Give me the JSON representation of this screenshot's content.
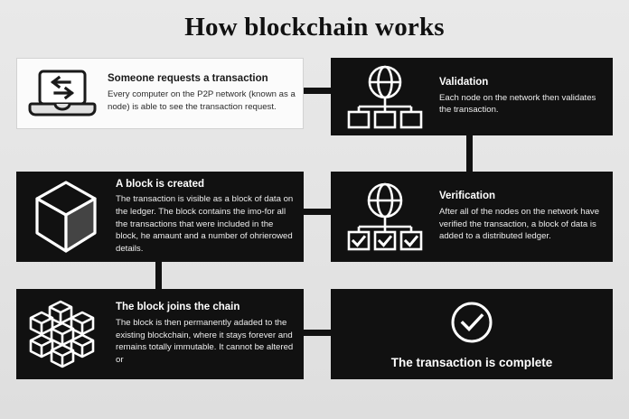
{
  "page": {
    "title": "How blockchain works",
    "background_color": "#e5e5e5",
    "card_dark_color": "#111111",
    "card_light_color": "#fbfbfb",
    "accent_text_color": "#ffffff"
  },
  "steps": [
    {
      "id": "request",
      "icon": "laptop-exchange-icon",
      "heading": "Someone requests a transaction",
      "body": "Every computer on the P2P network (known as a node) is able to see the transaction request.",
      "theme": "light"
    },
    {
      "id": "validation",
      "icon": "globe-network-icon",
      "heading": "Validation",
      "body": "Each node on the network then validates the transaction.",
      "theme": "dark"
    },
    {
      "id": "block-created",
      "icon": "cube-icon",
      "heading": "A block is created",
      "body": "The transaction is visible as a block of data on the ledger. The block contains the imo-for all the transactions that were included in the block, he amaunt and a number of ohrierowed details.",
      "theme": "dark"
    },
    {
      "id": "verification",
      "icon": "globe-network-check-icon",
      "heading": "Verification",
      "body": "After all of the nodes on the network have verified the transaction, a block of data is added to a distributed ledger.",
      "theme": "dark"
    },
    {
      "id": "block-joins-chain",
      "icon": "block-cluster-icon",
      "heading": "The block joins the chain",
      "body": "The block is then permanently adaded to the existing blockchain, where it stays forever and remains totally immutable. It cannot be altered or",
      "theme": "dark"
    },
    {
      "id": "complete",
      "icon": "check-circle-icon",
      "heading": "The transaction is complete",
      "body": "",
      "theme": "dark"
    }
  ]
}
